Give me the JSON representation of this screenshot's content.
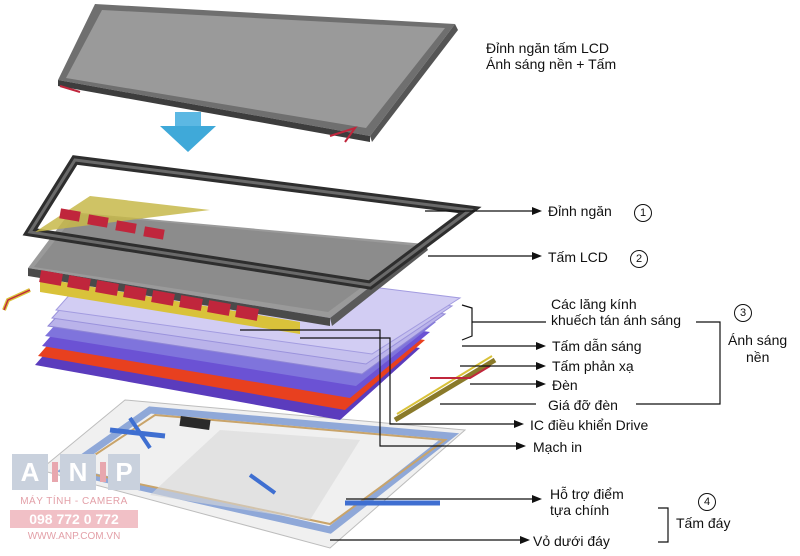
{
  "header": {
    "line1": "Đỉnh ngăn tấm LCD",
    "line2": "Ánh sáng nền + Tấm"
  },
  "labels": {
    "dinh_ngan": "Đỉnh ngăn",
    "tam_lcd": "Tấm LCD",
    "lang_kinh_1": "Các lăng kính",
    "lang_kinh_2": "khuếch tán ánh sáng",
    "tam_dan_sang": "Tấm dẫn sáng",
    "tam_phan_xa": "Tấm phản xạ",
    "den": "Đèn",
    "gia_do_den": "Giá đỡ đèn",
    "ic_drive": "IC điều khiển Drive",
    "mach_in": "Mạch in",
    "ho_tro_1": "Hỗ trợ điểm",
    "ho_tro_2": "tựa chính",
    "vo_duoi_day": "Vỏ dưới đáy"
  },
  "markers": {
    "n1": "1",
    "n2": "2",
    "n3": "3",
    "n4": "4"
  },
  "groups": {
    "anh_sang_nen_1": "Ánh sáng",
    "anh_sang_nen_2": "nền",
    "tam_day": "Tấm đáy"
  },
  "watermark": {
    "a": "A",
    "n": "N",
    "p": "P",
    "tagline": "MÁY TÍNH - CAMERA",
    "phone": "098 772 0 772",
    "website": "WWW.ANP.COM.VN"
  },
  "colors": {
    "lcd_gray": "#8c8c8c",
    "frame_dark": "#3a3a3a",
    "arrow_blue": "#3fa9d9",
    "pcb_red": "#c0263c",
    "pcb_yellow": "#d9c23a",
    "diffuser_lavender": "#b3ade6",
    "light_guide_purple": "#5a45c9",
    "reflector_red": "#e8401f",
    "bottom_blue": "#6d8fd6"
  }
}
